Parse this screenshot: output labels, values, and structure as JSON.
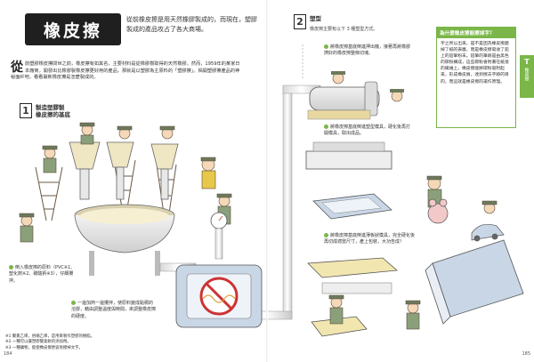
{
  "header": {
    "title": "橡皮擦",
    "subtitle": "從前橡皮擦是用天然橡膠製成的，而現在，塑膠製成的產品攻占了各大商場。"
  },
  "intro": {
    "dropcap": "從",
    "text": "前塑膠橡皮擦問世之前，橡皮擦有如其名，主要材料是從橡膠樹取得的天然橡膠。然而，1959年的某家日本廠商，開發出比橡膠製橡皮擦更好用的產品，那就是以塑膠為主原料的「塑膠擦」。揭開塑膠擦產品的神秘面紗吧，看看最新橡皮擦是怎麼製成的。"
  },
  "step1": {
    "num": "1",
    "title_line1": "製造塑膠製",
    "title_line2": "橡皮擦的基底",
    "note_a": "倒入橡皮擦的原料（PVC※1、塑化劑※2、碳酸鈣※3），仔細攪拌。",
    "note_b": "一邊加熱一邊攪拌，使原料變成黏稠的溶膠，藉由調整溫度與時間，來調整橡皮擦的硬度。"
  },
  "step2": {
    "num": "2",
    "title": "塑型",
    "desc": "橡皮擦主要有以下 3 種塑型方式。",
    "note_1": "將橡皮擦基底倒進押出機，接著再將橡膠擠好的橡皮擦整條切塊。",
    "note_2": "將橡皮擦基底倒進塑型模具，硬化後再打開模具，取出成品。",
    "note_3": "將橡皮擦基底倒進薄板狀模具，完全硬化後再切成適當尺寸，產上包裝，大功告成！"
  },
  "sidebar": {
    "heading": "為什麼橡皮擦能擦掉字？",
    "body": "字之所以出來，是不是因為橡皮擦磨掉了紙的表層。而是橡皮擦吸收了鉛上的鉛筆粉末。鉛筆的筆跡是由黑色的碳粉構成，這些碳粉會附著在紙張的纖維上。橡皮擦能將碳粉吸附起來，形成橡皮屑，達到擦去字跡的目的，而這就是橡皮擦的運作原理。"
  },
  "tab": {
    "letter": "T",
    "label": "橡皮擦"
  },
  "footnotes": {
    "line1": "※1 聚氯乙烯，俗稱乙烯，是用來製作塑膠的樹脂。",
    "line2": "※2 一種可以讓塑膠變柔軟的添加劑。",
    "line3": "※3 一種礦物，能使橡皮擦更容易擦掉文字。"
  },
  "pages": {
    "left": "184",
    "right": "185"
  },
  "colors": {
    "accent_green": "#7ab648",
    "title_box": "#1f1f1f",
    "vat_yellow": "#f2e6b0",
    "machine_blue": "#c9d6e6"
  }
}
